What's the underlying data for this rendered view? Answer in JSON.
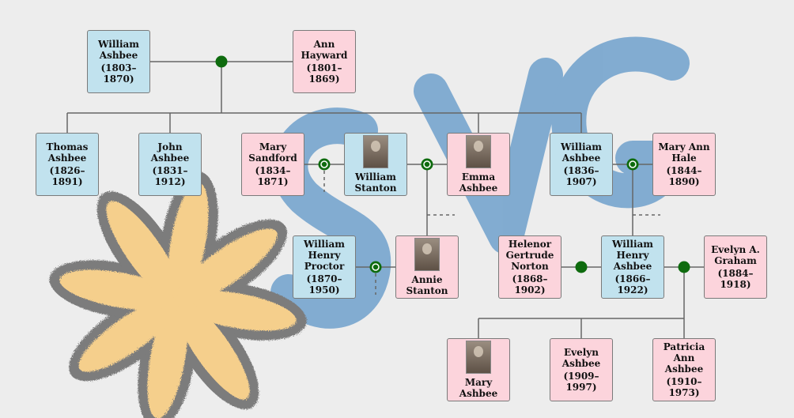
{
  "colors": {
    "male": "#c1e2ee",
    "female": "#fcd4dc",
    "line": "#666666",
    "union": "#0e6b0e",
    "watermark": "#6fa0cb",
    "flower": "#f5cf8c",
    "flower_edge": "#7b7b7b"
  },
  "watermark": {
    "text": "SVG"
  },
  "people": [
    {
      "id": "william-1803",
      "sex": "male",
      "name": "William Ashbee",
      "dates": "(1803–1870)"
    },
    {
      "id": "ann-hayward",
      "sex": "female",
      "name": "Ann Hayward",
      "dates": "(1801–1869)"
    },
    {
      "id": "thomas",
      "sex": "male",
      "name": "Thomas Ashbee",
      "dates": "(1826–1891)"
    },
    {
      "id": "john",
      "sex": "male",
      "name": "John Ashbee",
      "dates": "(1831–1912)"
    },
    {
      "id": "mary-sandford",
      "sex": "female",
      "name": "Mary Sandford",
      "dates": "(1834–1871)"
    },
    {
      "id": "william-stanton",
      "sex": "male",
      "name": "William Stanton",
      "photo": true,
      "photo_icon": "portrait-photo"
    },
    {
      "id": "emma",
      "sex": "female",
      "name": "Emma Ashbee",
      "photo": true,
      "photo_icon": "portrait-photo"
    },
    {
      "id": "william-1836",
      "sex": "male",
      "name": "William Ashbee",
      "dates": "(1836–1907)"
    },
    {
      "id": "mary-ann-hale",
      "sex": "female",
      "name": "Mary Ann Hale",
      "dates": "(1844–1890)"
    },
    {
      "id": "william-proctor",
      "sex": "male",
      "name": "William Henry Proctor",
      "dates": "(1870–1950)"
    },
    {
      "id": "annie",
      "sex": "female",
      "name": "Annie Stanton",
      "photo": true,
      "photo_icon": "portrait-photo"
    },
    {
      "id": "helenor",
      "sex": "female",
      "name": "Helenor Gertrude Norton",
      "dates": "(1868–1902)"
    },
    {
      "id": "william-henry",
      "sex": "male",
      "name": "William Henry Ashbee",
      "dates": "(1866–1922)"
    },
    {
      "id": "evelyn-graham",
      "sex": "female",
      "name": "Evelyn A. Graham",
      "dates": "(1884–1918)"
    },
    {
      "id": "mary-ashbee",
      "sex": "female",
      "name": "Mary Ashbee",
      "photo": true,
      "photo_icon": "portrait-photo"
    },
    {
      "id": "evelyn-ashbee",
      "sex": "female",
      "name": "Evelyn Ashbee",
      "dates": "(1909–1997)"
    },
    {
      "id": "patricia",
      "sex": "female",
      "name": "Patricia Ann Ashbee",
      "dates": "(1910–1973)"
    }
  ]
}
